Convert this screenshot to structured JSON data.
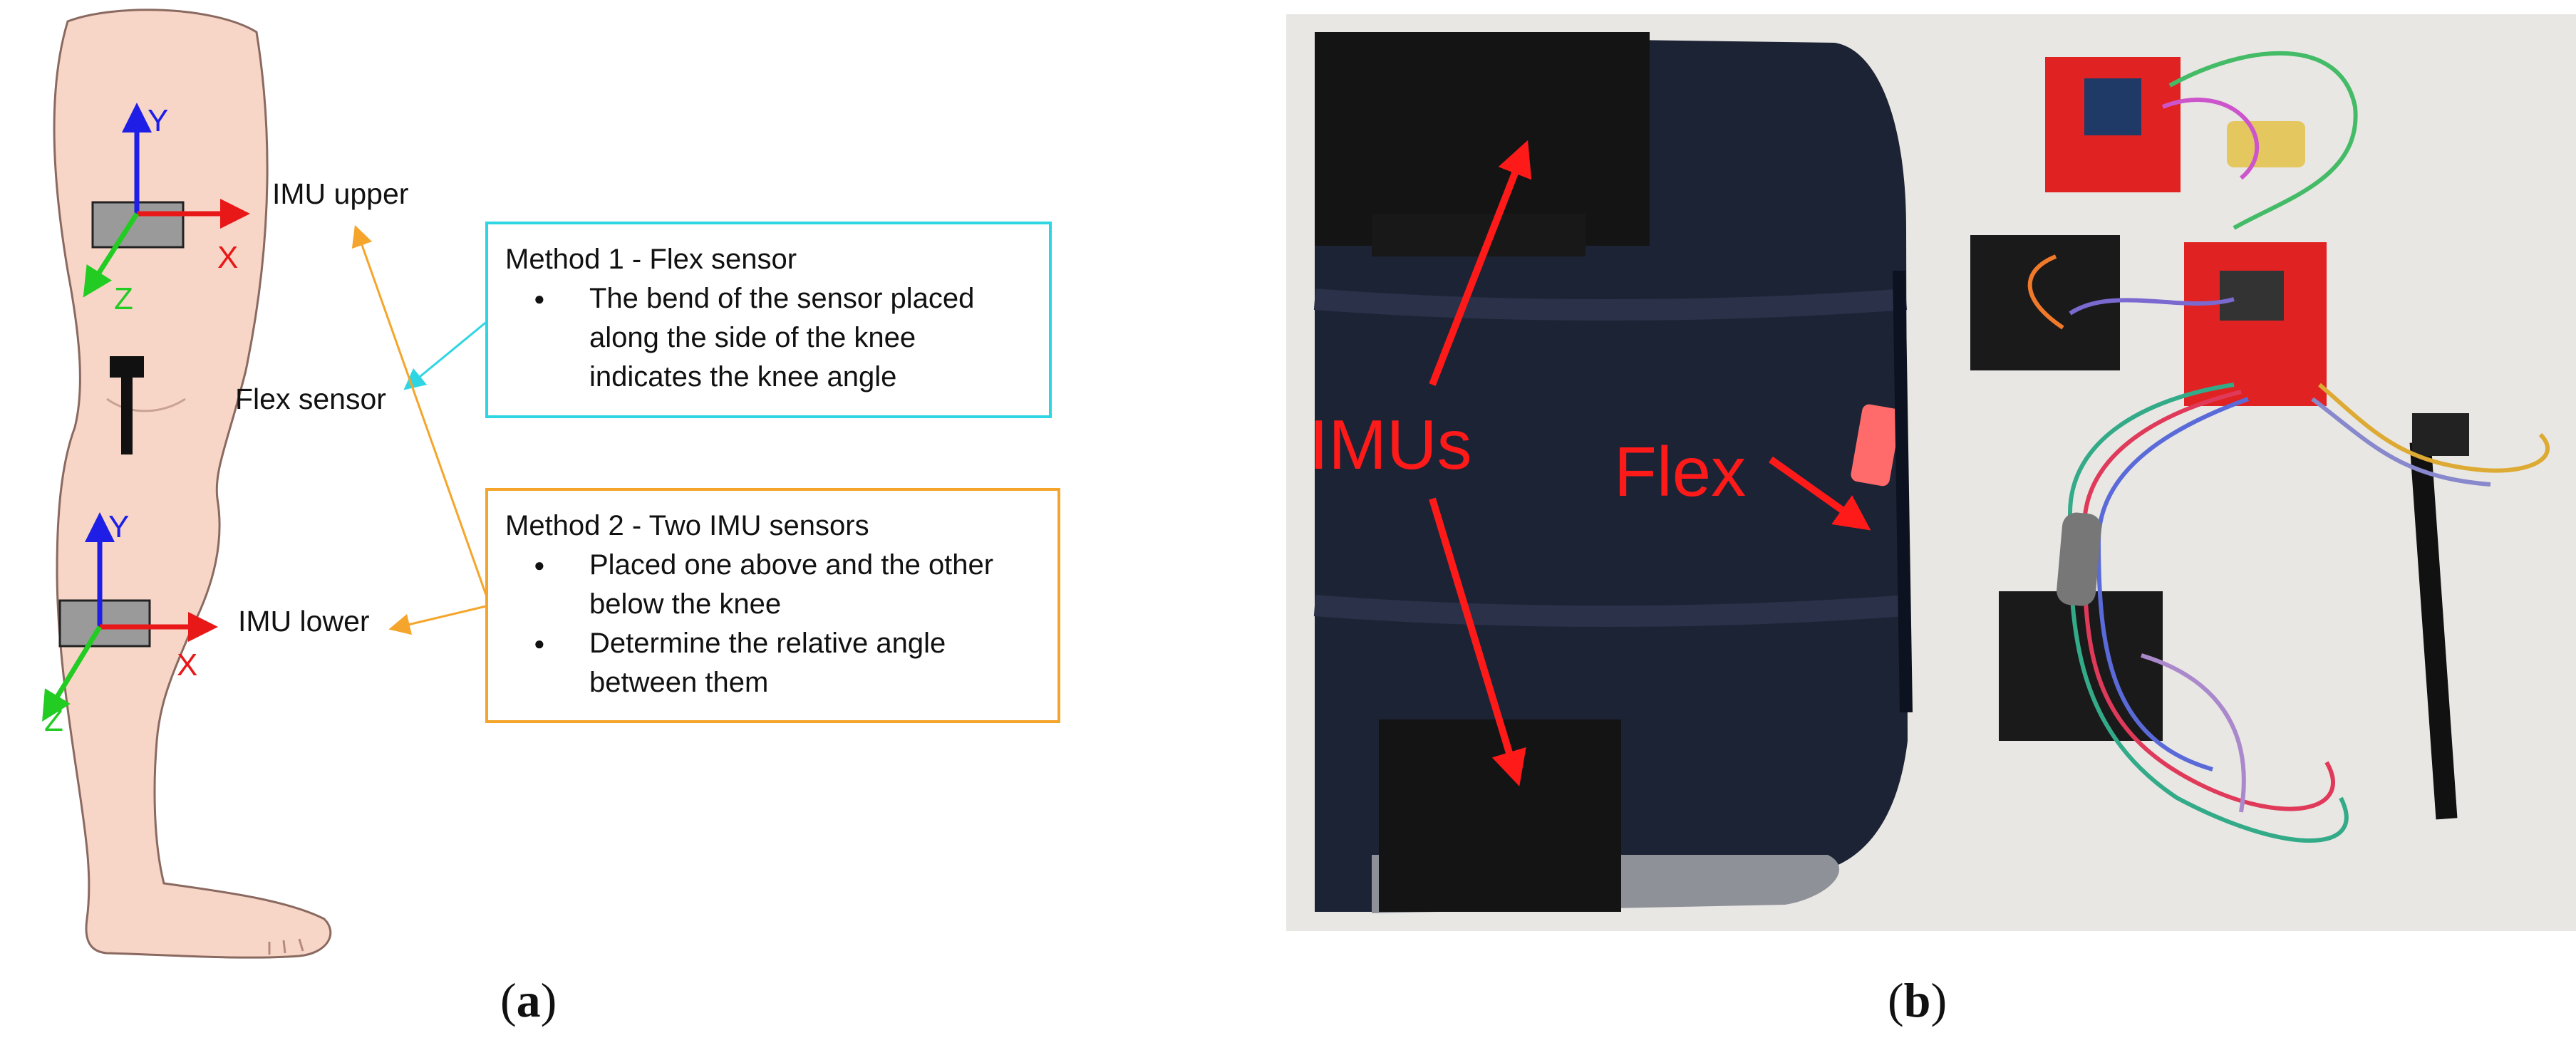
{
  "panel_a": {
    "axes_upper": {
      "y": "Y",
      "x": "X",
      "z": "Z"
    },
    "axes_lower": {
      "y": "Y",
      "x": "X",
      "z": "Z"
    },
    "labels": {
      "imu_upper": "IMU upper",
      "flex_sensor": "Flex sensor",
      "imu_lower": "IMU lower"
    },
    "method1": {
      "title": "Method 1 - Flex sensor",
      "bullets": [
        "The bend of the sensor placed along the side of the knee indicates the knee angle"
      ]
    },
    "method2": {
      "title": "Method 2 - Two IMU sensors",
      "bullets": [
        "Placed one above and the other below the knee",
        "Determine the relative angle between them"
      ]
    },
    "colors": {
      "method1_border": "#2ed6e3",
      "method2_border": "#f5a52b",
      "axis_y": "#1e1ee6",
      "axis_x": "#e81818",
      "axis_z": "#22cc22",
      "skin": "#f7d6c8"
    }
  },
  "panel_b": {
    "labels": {
      "imus": "IMUs",
      "flex": "Flex"
    },
    "annotation_color": "#ff1a1a"
  },
  "captions": {
    "a": "a",
    "b": "b"
  }
}
